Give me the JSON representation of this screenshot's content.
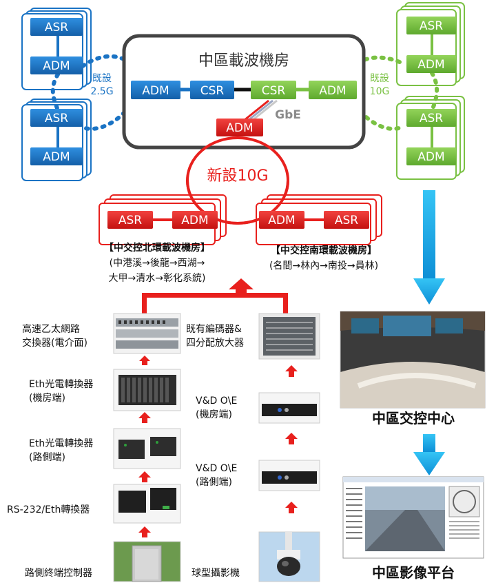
{
  "center_room": {
    "title": "中區載波機房"
  },
  "nodes": {
    "asr": "ASR",
    "adm": "ADM",
    "csr": "CSR"
  },
  "links": {
    "existing_left": [
      "既設",
      "2.5G"
    ],
    "existing_right": [
      "既設",
      "10G"
    ],
    "gbe": "GbE",
    "new_ring": "新設10G"
  },
  "north_room": {
    "title": "【中交控北環載波機房】",
    "route_1": "(中港溪→後龍→西湖→",
    "route_2": "大甲→清水→彰化系統)"
  },
  "south_room": {
    "title": "【中交控南環載波機房】",
    "route_1": "(名間→林內→南投→員林)"
  },
  "left_chain": [
    {
      "line1": "高速乙太網路",
      "line2": "交換器(電介面)"
    },
    {
      "line1": "Eth光電轉換器",
      "line2": "(機房端)"
    },
    {
      "line1": "Eth光電轉換器",
      "line2": "(路側端)"
    },
    {
      "line1": "RS-232/Eth轉換器",
      "line2": ""
    },
    {
      "line1": "路側終端控制器",
      "line2": ""
    }
  ],
  "right_chain": [
    {
      "line1": "既有編碼器&",
      "line2": "四分配放大器"
    },
    {
      "line1": "V&D O\\E",
      "line2": "(機房端)"
    },
    {
      "line1": "V&D O\\E",
      "line2": "(路側端)"
    },
    {
      "line1": "球型攝影機",
      "line2": ""
    }
  ],
  "control_center": "中區交控中心",
  "image_platform": "中區影像平台",
  "colors": {
    "blue": "#1a73c4",
    "green": "#7ac143",
    "red": "#e8201d",
    "cyan": "#1ea9e8",
    "dark": "#444444"
  }
}
